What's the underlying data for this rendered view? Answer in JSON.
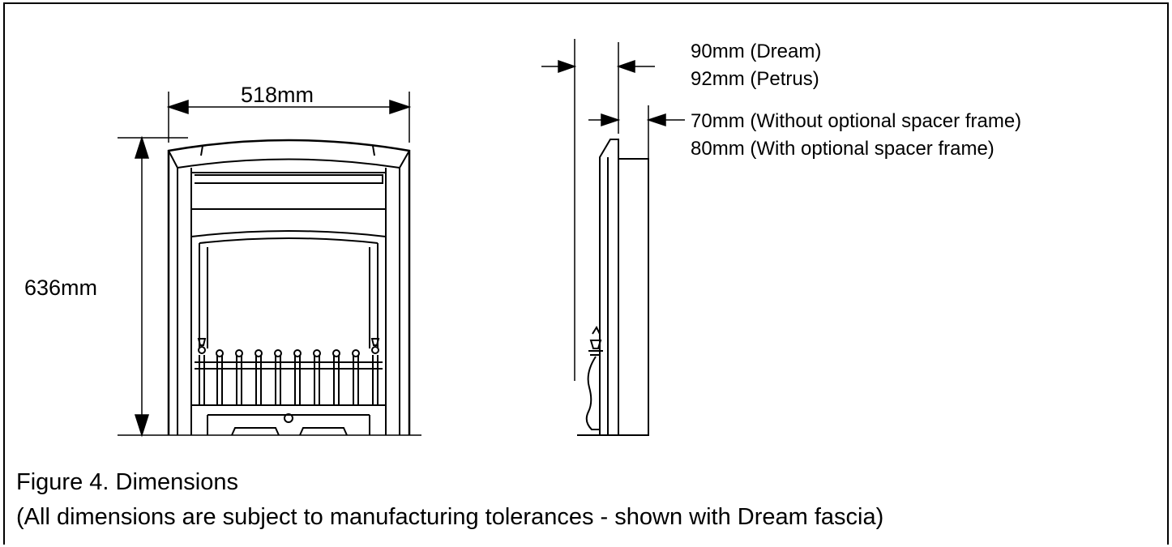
{
  "figure": {
    "caption": "Figure 4. Dimensions",
    "note": "(All dimensions are subject to manufacturing tolerances - shown with Dream fascia)"
  },
  "front_view": {
    "width_label": "518mm",
    "height_label": "636mm"
  },
  "side_view": {
    "depth_dream": "90mm (Dream)",
    "depth_petrus": "92mm (Petrus)",
    "depth_without_spacer": "70mm (Without optional spacer frame)",
    "depth_with_spacer": "80mm (With optional spacer frame)"
  }
}
